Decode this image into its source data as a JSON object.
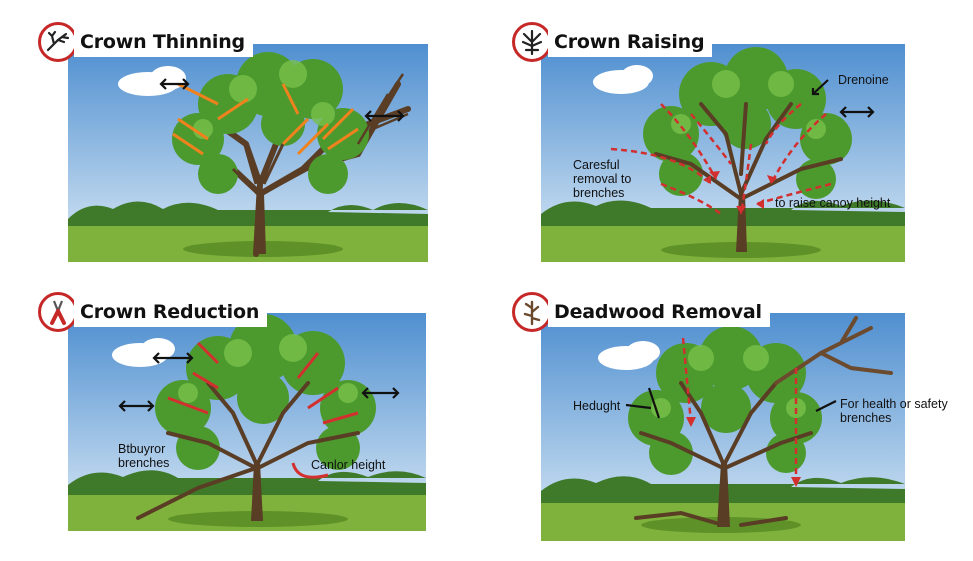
{
  "colors": {
    "sky_top": "#4f8fd0",
    "sky_bottom": "#dbeaf6",
    "grass": "#7fb23c",
    "grass_dark": "#5e9228",
    "foliage": "#4c9a2e",
    "foliage_light": "#78c04a",
    "trunk": "#5a3d25",
    "accent_red": "#d32f2f",
    "accent_orange": "#f0821e",
    "icon_border": "#c62828"
  },
  "panels": [
    {
      "title": "Crown Thinning",
      "icon": "branch-icon",
      "labels": []
    },
    {
      "title": "Crown Raising",
      "icon": "tree-silhouette-icon",
      "labels": [
        "Drenoine",
        "Caresful removal to brenches",
        "to raise canoy height"
      ]
    },
    {
      "title": "Crown Reduction",
      "icon": "pruning-shears-icon",
      "labels": [
        "Btbuyror brenches",
        "Canlor height"
      ]
    },
    {
      "title": "Deadwood Removal",
      "icon": "dead-branch-icon",
      "labels": [
        "Hedught",
        "For health or safety brenches"
      ]
    }
  ]
}
